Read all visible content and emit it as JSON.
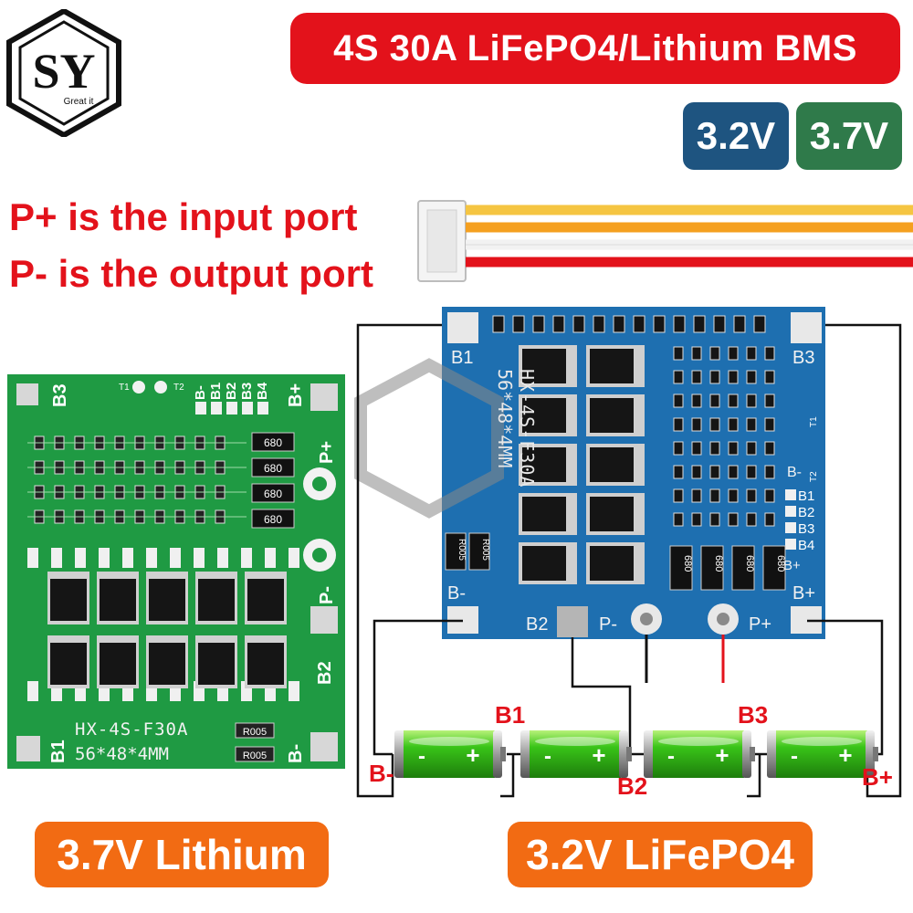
{
  "logo": {
    "letters": "SY",
    "tagline": "Great it"
  },
  "banner": {
    "title": "4S 30A LiFePO4/Lithium BMS"
  },
  "voltage_badges": [
    {
      "label": "3.2V",
      "color": "#1e5480"
    },
    {
      "label": "3.7V",
      "color": "#2f7a4a"
    }
  ],
  "notes": {
    "input": "P+ is the input port",
    "output": "P- is the output port"
  },
  "green_board": {
    "model": "HX-4S-F30A",
    "size": "56*48*4MM",
    "pads": {
      "b3": "B3",
      "bplus": "B+",
      "pplus": "P+",
      "pminus": "P-",
      "b2": "B2",
      "b1": "B1",
      "bminus": "B-"
    },
    "headers": [
      "B-",
      "B1",
      "B2",
      "B3",
      "B4"
    ],
    "t1": "T1",
    "t2": "T2",
    "resistor_code": "680",
    "sense_code": "R005",
    "color": "#1f9a43"
  },
  "blue_board": {
    "model": "HX-4S-F30A",
    "size": "56*48*4MM",
    "pads": {
      "b1": "B1",
      "b3": "B3",
      "bminus_side": "B-",
      "bminus": "B-",
      "b2": "B2",
      "pminus": "P-",
      "pplus": "P+",
      "bplus": "B+",
      "bplus_side": "B+"
    },
    "headers": [
      "B1",
      "B2",
      "B3",
      "B4"
    ],
    "t1": "T1",
    "t2": "T2",
    "resistor_code": "680",
    "sense_code": "R005",
    "color": "#1e6fb0"
  },
  "wiring_labels": {
    "b1": "B1",
    "b2": "B2",
    "b3": "B3",
    "bminus": "B-",
    "bplus": "B+"
  },
  "cells": [
    {
      "minus": "-",
      "plus": "+"
    },
    {
      "minus": "-",
      "plus": "+"
    },
    {
      "minus": "-",
      "plus": "+"
    },
    {
      "minus": "-",
      "plus": "+"
    }
  ],
  "captions": {
    "left": "3.7V Lithium",
    "right": "3.2V LiFePO4"
  },
  "colors": {
    "accent_red": "#e3121b",
    "caption_orange": "#f26b13"
  }
}
